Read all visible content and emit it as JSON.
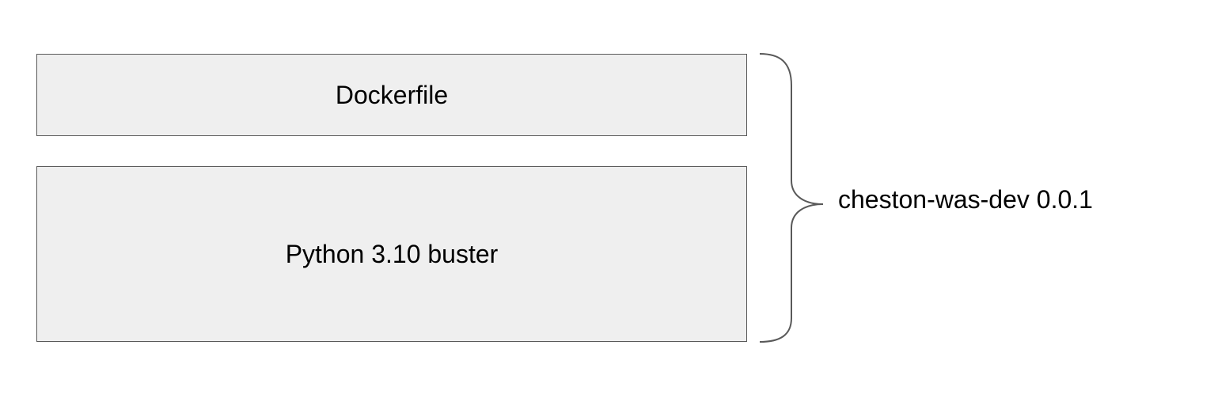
{
  "diagram": {
    "layers": [
      {
        "label": "Dockerfile",
        "fill": "#efefef",
        "border": "#595959"
      },
      {
        "label": "Python 3.10 buster",
        "fill": "#efefef",
        "border": "#595959"
      }
    ],
    "brace": {
      "label": "cheston-was-dev 0.0.1",
      "stroke": "#595959",
      "icon": "curly-brace-right-icon"
    }
  }
}
